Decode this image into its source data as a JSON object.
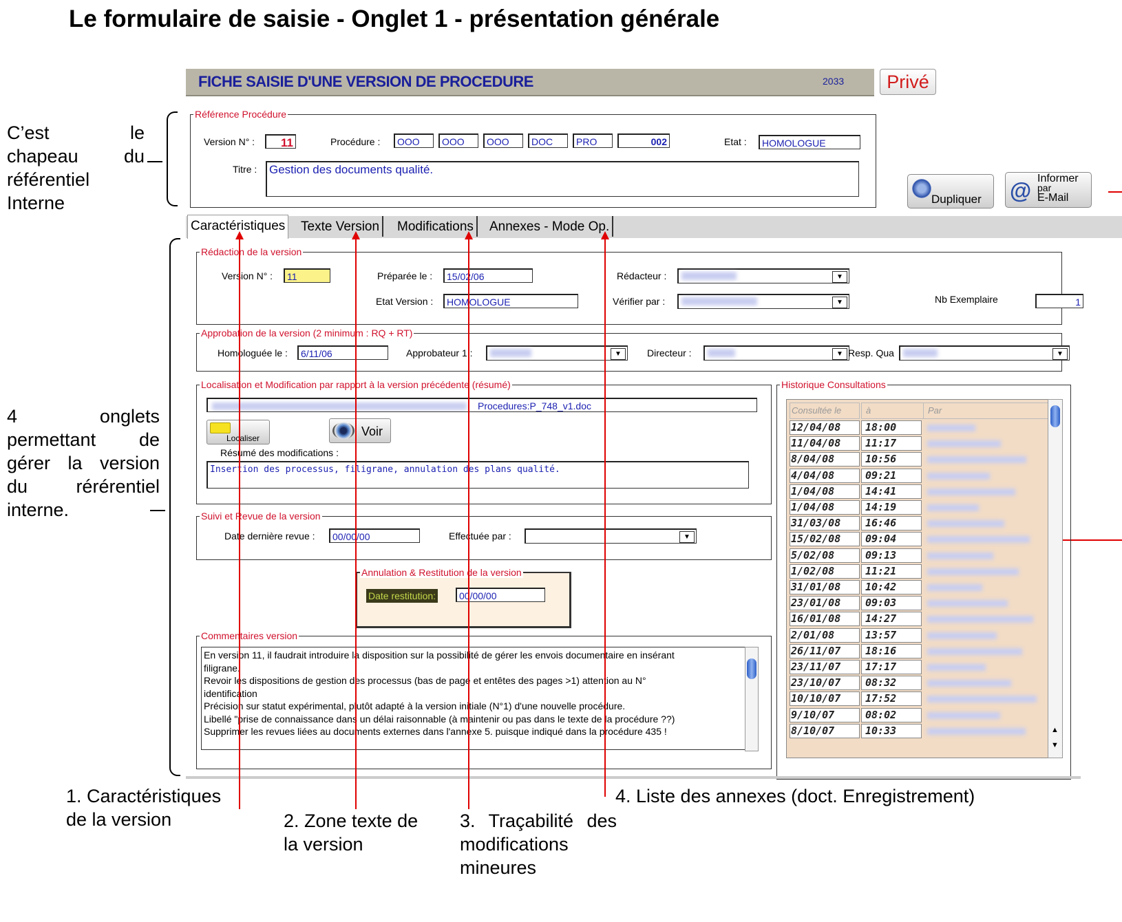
{
  "page_title": "Le formulaire de saisie - Onglet 1 - présentation générale",
  "annotations": {
    "left_top": [
      "C’est le",
      "chapeau du",
      "référentiel",
      "Interne"
    ],
    "left_mid": [
      "4 onglets",
      "permettant de",
      "gérer la version",
      "du rérérentiel",
      "interne."
    ],
    "bottom_1": [
      "1. Caractéristiques",
      "de la version"
    ],
    "bottom_2": [
      "2. Zone texte de",
      "la version"
    ],
    "bottom_3": [
      "3. Traçabilité des",
      "modifications",
      "mineures"
    ],
    "bottom_4": "4. Liste des annexes (doct. Enregistrement)"
  },
  "header": {
    "title": "FICHE SAISIE D'UNE VERSION DE PROCEDURE",
    "number": "2033",
    "prive": "Privé"
  },
  "reference": {
    "legend": "Référence Procédure",
    "version_label": "Version N° :",
    "version_value": "11",
    "procedure_label": "Procédure :",
    "procedure_parts": [
      "OOO",
      "OOO",
      "OOO",
      "DOC",
      "PRO",
      "002"
    ],
    "etat_label": "Etat :",
    "etat_value": "HOMOLOGUE",
    "titre_label": "Titre :",
    "titre_value": "Gestion des documents qualité."
  },
  "buttons": {
    "dupliquer": "Dupliquer",
    "informer_1": "Informer",
    "informer_2": "par",
    "informer_3": "E-Mail",
    "localiser": "Localiser",
    "voir": "Voir"
  },
  "tabs": [
    "Caractéristiques",
    "Texte Version",
    "Modifications",
    "Annexes - Mode Op."
  ],
  "redaction": {
    "legend": "Rédaction de la version",
    "version_label": "Version N° :",
    "version_value": "11",
    "preparee_label": "Préparée le :",
    "preparee_value": "15/02/06",
    "redacteur_label": "Rédacteur :",
    "etat_label": "Etat Version :",
    "etat_value": "HOMOLOGUE",
    "verifier_label": "Vérifier par :",
    "nb_label": "Nb Exemplaire",
    "nb_value": "1"
  },
  "approbation": {
    "legend": "Approbation de la version (2 minimum : RQ + RT)",
    "homologuee_label": "Homologuée le :",
    "homologuee_value": "6/11/06",
    "approbateur_label": "Approbateur 1 :",
    "directeur_label": "Directeur :",
    "resp_label": "Resp. Qua"
  },
  "localisation": {
    "legend": "Localisation et Modification par rapport à la version précédente (résumé)",
    "path_value": "Procedures:P_748_v1.doc",
    "resume_label": "Résumé des modifications :",
    "resume_value": "Insertion des processus, filigrane, annulation des plans qualité."
  },
  "suivi": {
    "legend": "Suivi et Revue de la version",
    "date_label": "Date dernière revue :",
    "date_value": "00/00/00",
    "effectuee_label": "Effectuée par :"
  },
  "annulation": {
    "legend": "Annulation & Restitution de la version",
    "date_label": "Date restitution:",
    "date_value": "00/00/00"
  },
  "commentaires": {
    "legend": "Commentaires version",
    "lines": [
      "En version 11, il faudrait introduire la disposition sur la possibilité de gérer les envois documentaire en insérant",
      "filigrane.",
      "Revoir les dispositions de gestion des processus (bas de page et entêtes des pages >1) attention au N°",
      "identification",
      "Précision sur statut expérimental, plutôt adapté à la version initiale (N°1) d'une nouvelle procédure.",
      "Libellé \"prise de connaissance dans un délai raisonnable (à maintenir ou pas dans le texte de la procédure ??)",
      "Supprimer les revues liées au documents externes dans l'annexe 5. puisque indiqué dans la procédure 435 !"
    ]
  },
  "historique": {
    "legend": "Historique Consultations",
    "columns": [
      "Consultée le",
      "à",
      "Par"
    ],
    "rows": [
      [
        "12/04/08",
        "18:00"
      ],
      [
        "11/04/08",
        "11:17"
      ],
      [
        "8/04/08",
        "10:56"
      ],
      [
        "4/04/08",
        "09:21"
      ],
      [
        "1/04/08",
        "14:41"
      ],
      [
        "1/04/08",
        "14:19"
      ],
      [
        "31/03/08",
        "16:46"
      ],
      [
        "15/02/08",
        "09:04"
      ],
      [
        "5/02/08",
        "09:13"
      ],
      [
        "1/02/08",
        "11:21"
      ],
      [
        "31/01/08",
        "10:42"
      ],
      [
        "23/01/08",
        "09:03"
      ],
      [
        "16/01/08",
        "14:27"
      ],
      [
        "2/01/08",
        "13:57"
      ],
      [
        "26/11/07",
        "18:16"
      ],
      [
        "23/11/07",
        "17:17"
      ],
      [
        "23/10/07",
        "08:32"
      ],
      [
        "10/10/07",
        "17:52"
      ],
      [
        "9/10/07",
        "08:02"
      ],
      [
        "8/10/07",
        "10:33"
      ]
    ]
  },
  "colors": {
    "legend_red": "#d0122d",
    "field_blue": "#1a1fb0",
    "header_bg": "#b9b6a8",
    "arrow_red": "#e00000"
  }
}
